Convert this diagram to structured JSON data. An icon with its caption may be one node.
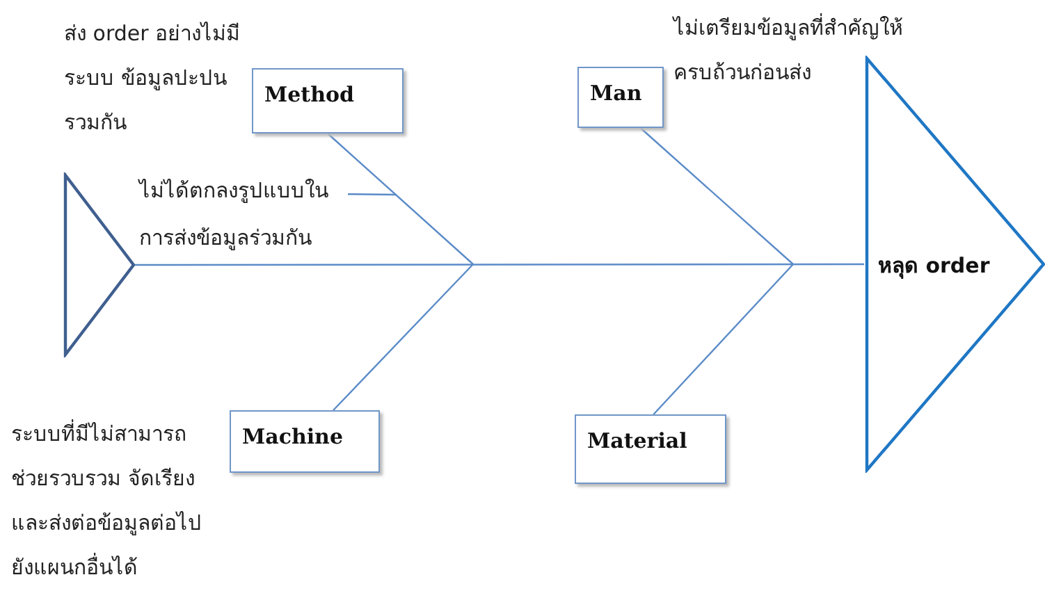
{
  "diagram": {
    "nodes": [
      {
        "text": [],
        "shape": "triangle"
      },
      {
        "text": [
          "Method"
        ],
        "beside": [
          "ส่ง order อย่างไม่มีระบบ ข้อมูลปะปนรวมกัน"
        ]
      },
      {
        "text": [
          "ไม่ได้ตกลงรูปแบบในการส่งข้อมูลร่วมกัน"
        ]
      },
      {
        "text": [
          "Man"
        ],
        "beside": [
          "ไม่เตรียมข้อมูลที่สำคัญให้ครบถ้วนก่อนส่ง"
        ]
      },
      {
        "text": [
          "หลุด order"
        ]
      },
      {
        "text": [
          "Machine"
        ],
        "beside": [
          "ระบบที่มีไม่สามารถช่วยรวบรวม จัดเรียงและส่งต่อข้อมูลต่อไปยังแผนกอื่นได้"
        ]
      },
      {
        "text": [
          "Material"
        ]
      }
    ],
    "edges": [
      {
        "from": 0,
        "to": 4,
        "arrow": "none"
      },
      {
        "from": 1,
        "to": null,
        "arrow": "none"
      },
      {
        "from": 3,
        "to": null,
        "arrow": "none"
      },
      {
        "from": 5,
        "to": null,
        "arrow": "none"
      },
      {
        "from": 6,
        "to": null,
        "arrow": "none"
      },
      {
        "from": 2,
        "to": null,
        "arrow": "none"
      }
    ]
  }
}
